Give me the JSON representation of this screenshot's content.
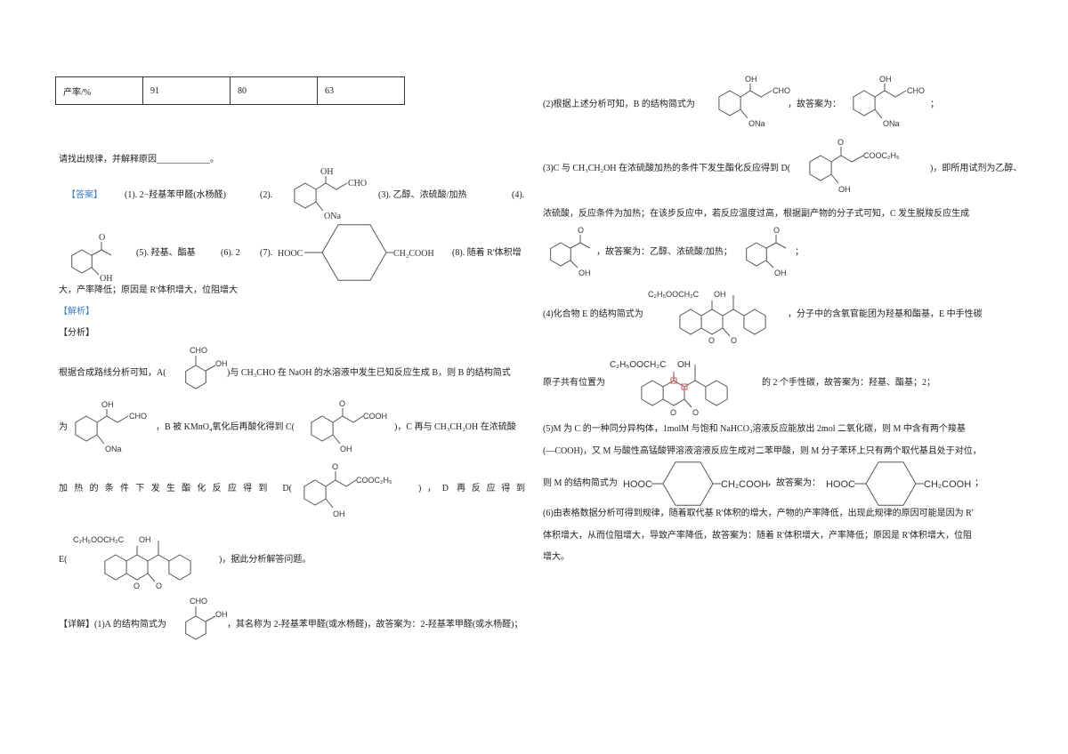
{
  "table": {
    "cells": [
      "产率/%",
      "91",
      "80",
      "63"
    ]
  },
  "left": {
    "question": "请找出规律，并解释原因____________。",
    "answer_tag": "【答案】",
    "a1": "(1). 2−羟基苯甲醛(水杨醛)",
    "a2": "(2).",
    "a3": "(3). 乙醇、浓硫酸/加热",
    "a4": "(4).",
    "a5": "(5). 羟基、酯基",
    "a6": "(6). 2",
    "a7": "(7).",
    "a8": "(8). 随着 R'体积增",
    "a8b": "大，产率降低；原因是 R'体积增大，位阻增大",
    "analysis_tag": "【解析】",
    "fenxi": "【分析】",
    "l1a": "根据合成路线分析可知，A(",
    "l1b": ")与 CH₃CHO 在 NaOH 的水溶液中发生已知反应生成 B，则 B 的结构简式",
    "l2a": "为",
    "l2b": "，B 被 KMnO₄氧化后再酸化得到 C(",
    "l2c": ")，C 再与 CH₃CH₂OH 在浓硫酸",
    "l3a": "加热的条件下发生酯化反应得到 D(",
    "l3b": ")，D 再反应得到",
    "l4a": "E(",
    "l4b": ")，据此分析解答问题。",
    "l5a": "【详解】(1)A 的结构简式为",
    "l5b": "，其名称为 2-羟基苯甲醛(或水杨醛)，故答案为：2-羟基苯甲醛(或水杨醛)；"
  },
  "right": {
    "p2a": "(2)根据上述分析可知，B 的结构简式为",
    "p2b": "，故答案为：",
    "semi": "；",
    "p3a": "(3)C 与 CH₃CH₂OH 在浓硫酸加热的条件下发生酯化反应得到 D(",
    "p3b": ")，即所用试剂为乙醇、",
    "p3c": "浓硫酸，反应条件为加热；在该步反应中，若反应温度过高，根据副产物的分子式可知，C 发生脱羧反应生成",
    "p3d": "，故答案为：乙醇、浓硫酸/加热；",
    "p4a": "(4)化合物 E 的结构简式为",
    "p4b": "，分子中的含氧官能团为羟基和酯基，E 中手性碳",
    "p4c": "原子共有位置为",
    "p4d": "的 2 个手性碳，故答案为：羟基、酯基；2；",
    "p5a": "(5)M 为 C 的一种同分异构体，1molM 与饱和 NaHCO₃溶液反应能放出 2mol 二氧化碳，则 M 中含有两个羧基",
    "p5b": "(—COOH)，又 M 与酸性高锰酸钾溶液溶液反应生成对二苯甲酸，则 M 分子苯环上只有两个取代基且处于对位，",
    "p5c": "则 M 的结构简式为",
    "p5d": "，故答案为：",
    "p6a": "(6)由表格数据分析可得到规律，随着取代基 R'体积的增大，产物的产率降低，出现此规律的原因可能是因为 R'",
    "p6b": "体积增大，从而位阻增大，导致产率降低，故答案为：随着 R'体积增大，产率降低；原因是 R'体积增大，位阻",
    "p6c": "增大。"
  },
  "labels": {
    "oh": "OH",
    "cho": "CHO",
    "ona": "ONa",
    "o": "O",
    "cooh": "COOH",
    "cooet": "COOC₂H₅",
    "ester": "C₂H₅OOCH₂C",
    "hooc": "HOOC",
    "ch2cooh": "CH₂COOH"
  },
  "colors": {
    "answer_tag": "#3a7ec6",
    "chiral_mark": "#e05050"
  }
}
